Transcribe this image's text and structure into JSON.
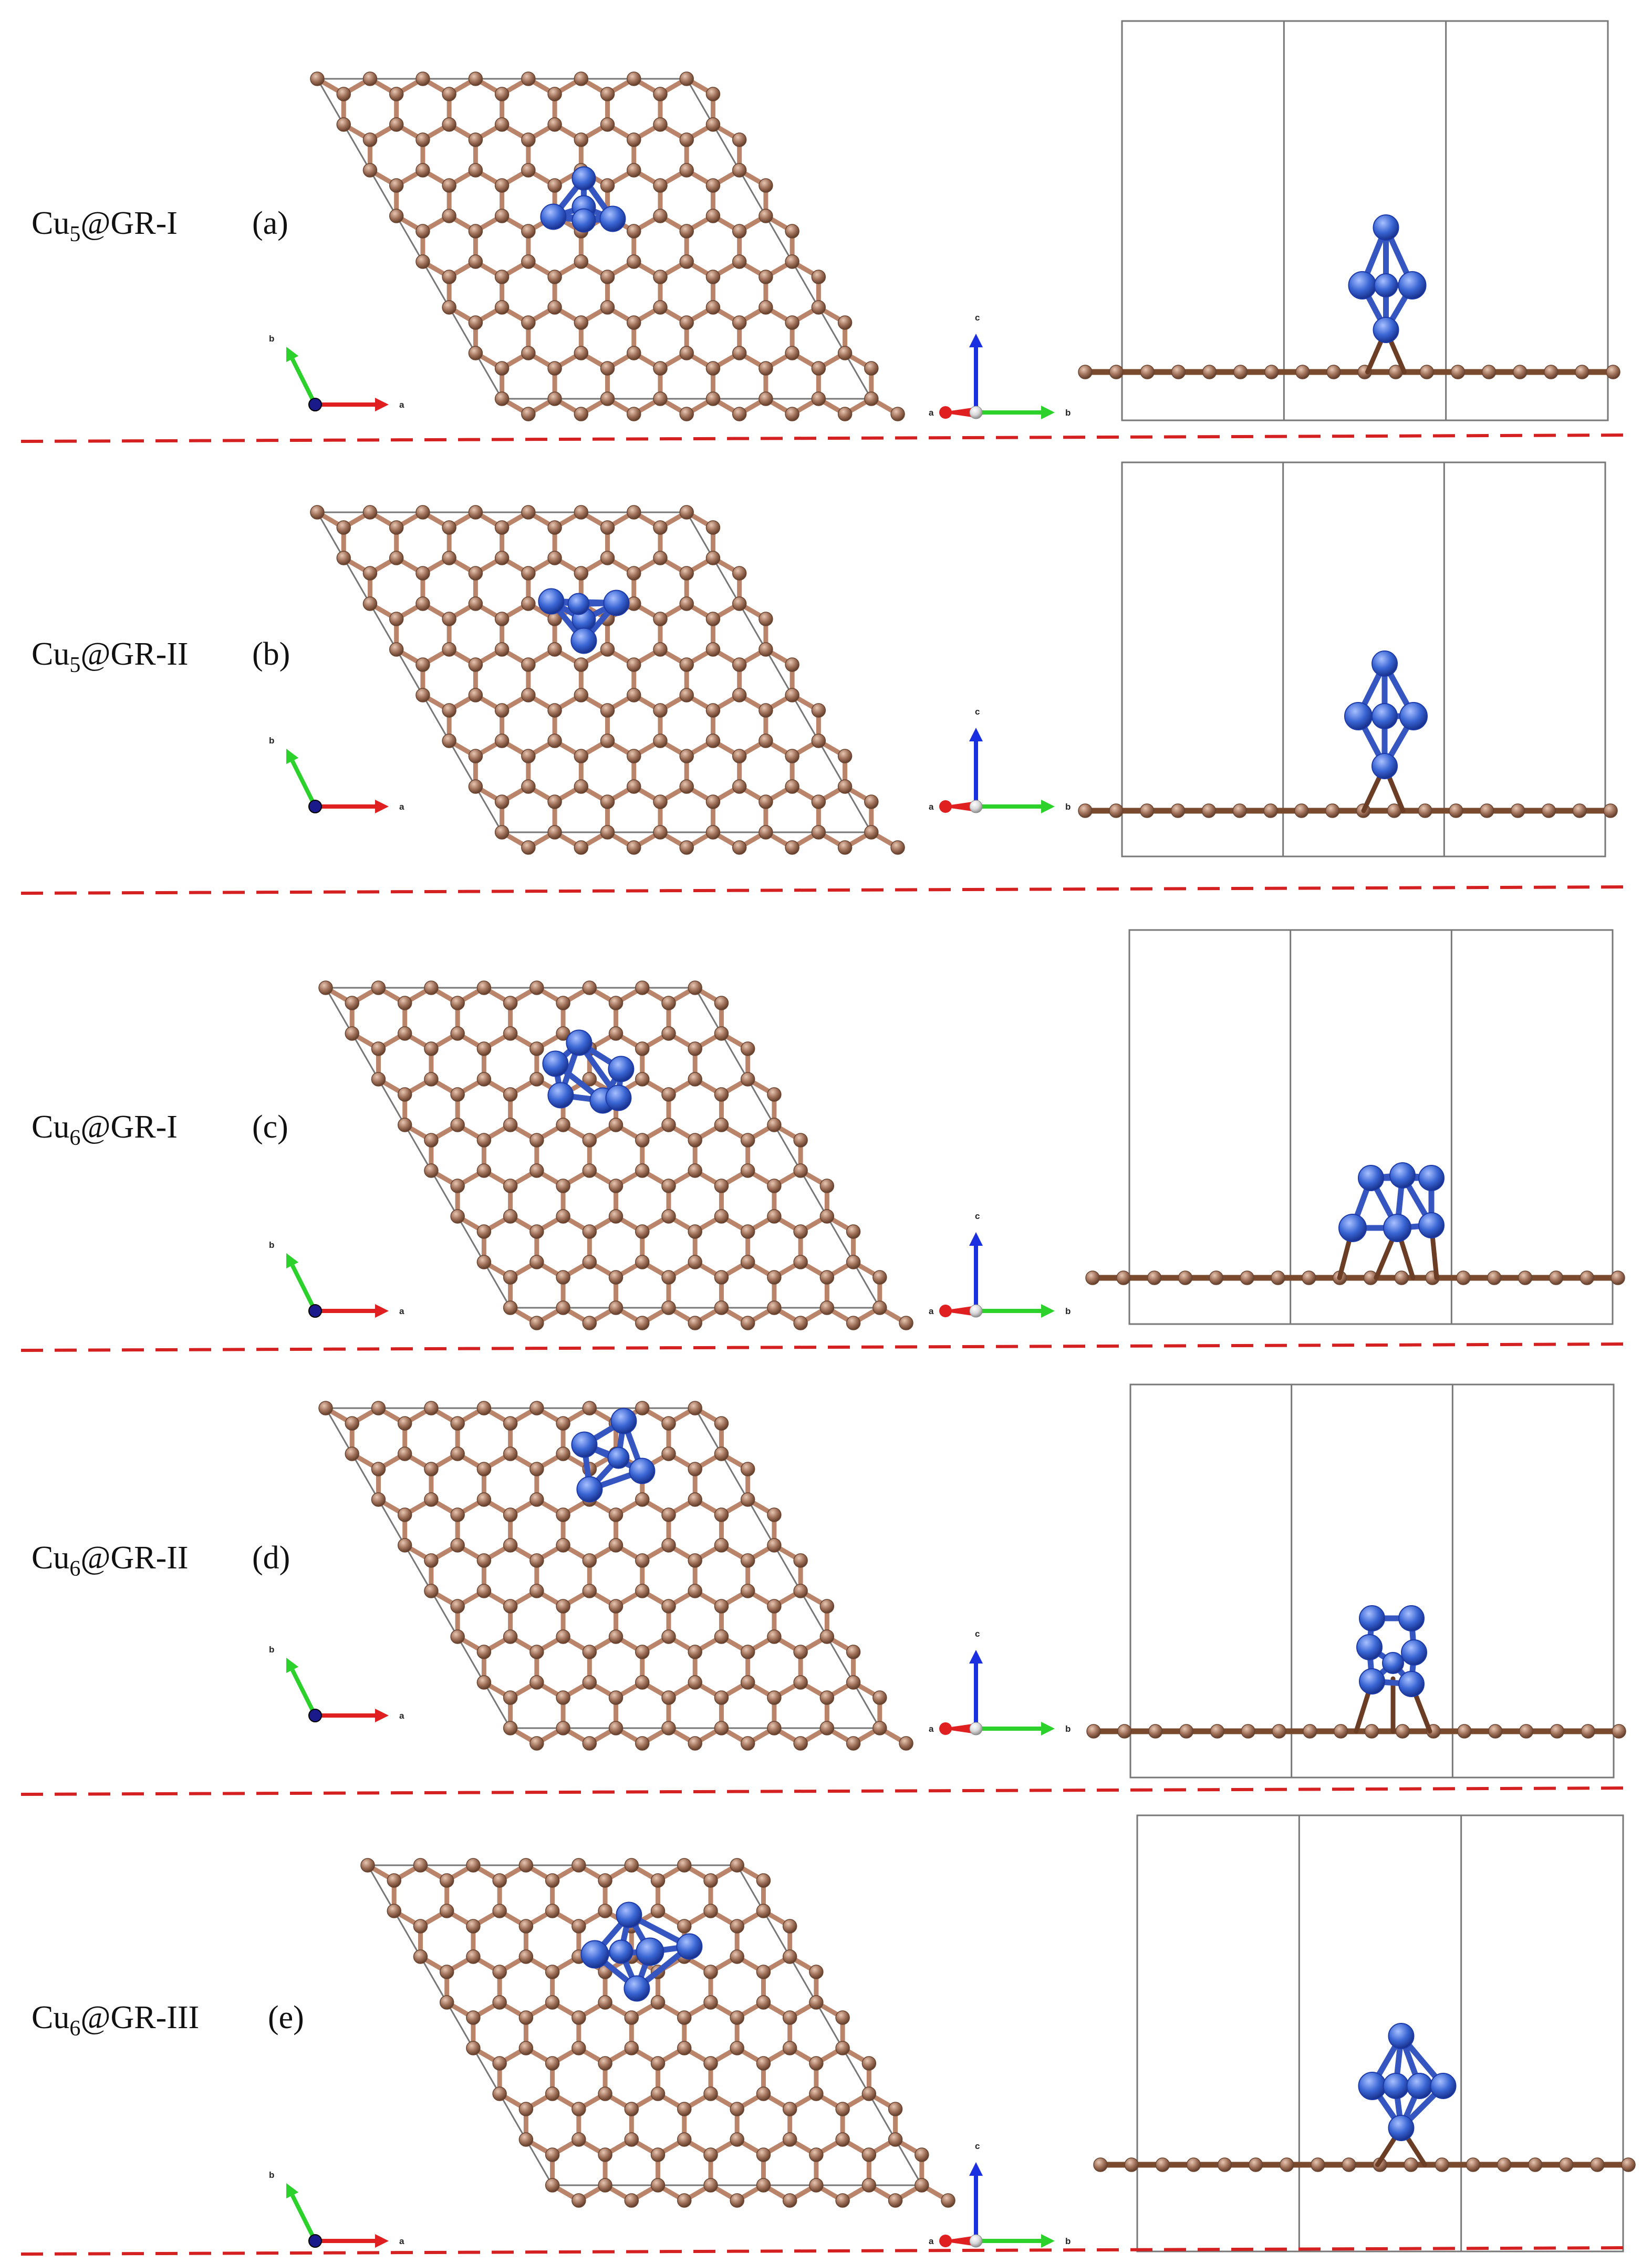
{
  "colors": {
    "carbon": "#a0715a",
    "carbon_stroke": "#6b4430",
    "bond": "#b9846a",
    "copper": "#3a66d4",
    "copper_bond": "#3556c0",
    "cell": "#777777",
    "divider": "#d42020",
    "axis_a": "#e02020",
    "axis_b": "#2cd12c",
    "axis_c": "#1a2fe0"
  },
  "axis_letters": {
    "a": "a",
    "b": "b",
    "c": "c"
  },
  "panels": [
    {
      "id": "a",
      "name_main": "Cu",
      "name_sub": "5",
      "name_tail": "@GR-I",
      "tag": "(a)"
    },
    {
      "id": "b",
      "name_main": "Cu",
      "name_sub": "5",
      "name_tail": "@GR-II",
      "tag": "(b)"
    },
    {
      "id": "c",
      "name_main": "Cu",
      "name_sub": "6",
      "name_tail": "@GR-I",
      "tag": "(c)"
    },
    {
      "id": "d",
      "name_main": "Cu",
      "name_sub": "6",
      "name_tail": "@GR-II",
      "tag": "(d)"
    },
    {
      "id": "e",
      "name_main": "Cu",
      "name_sub": "6",
      "name_tail": "@GR-III",
      "tag": "(e)"
    }
  ]
}
